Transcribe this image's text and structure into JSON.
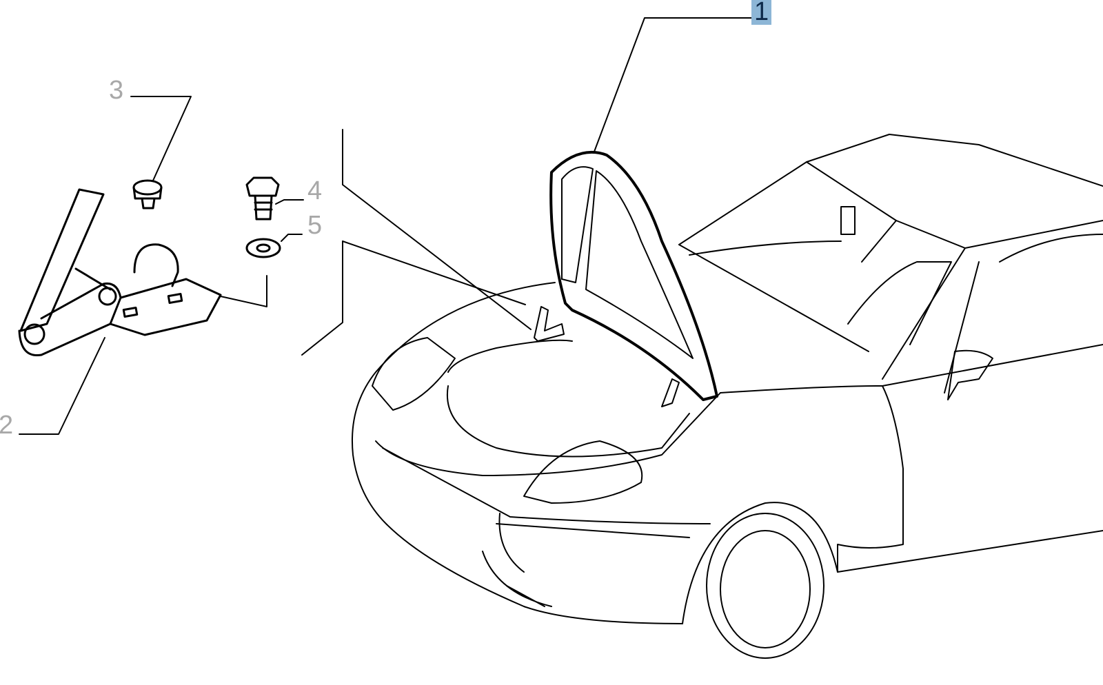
{
  "diagram": {
    "callouts": [
      {
        "id": "1",
        "label": "1",
        "part": "hood",
        "highlighted": true
      },
      {
        "id": "2",
        "label": "2",
        "part": "hinge",
        "highlighted": false
      },
      {
        "id": "3",
        "label": "3",
        "part": "bump-stop",
        "highlighted": false
      },
      {
        "id": "4",
        "label": "4",
        "part": "bolt",
        "highlighted": false
      },
      {
        "id": "5",
        "label": "5",
        "part": "washer",
        "highlighted": false
      }
    ],
    "colors": {
      "highlight_bg": "#8db6d6",
      "highlight_text": "#0e2a4a",
      "label": "#a8a8a8",
      "line": "#000000"
    }
  }
}
